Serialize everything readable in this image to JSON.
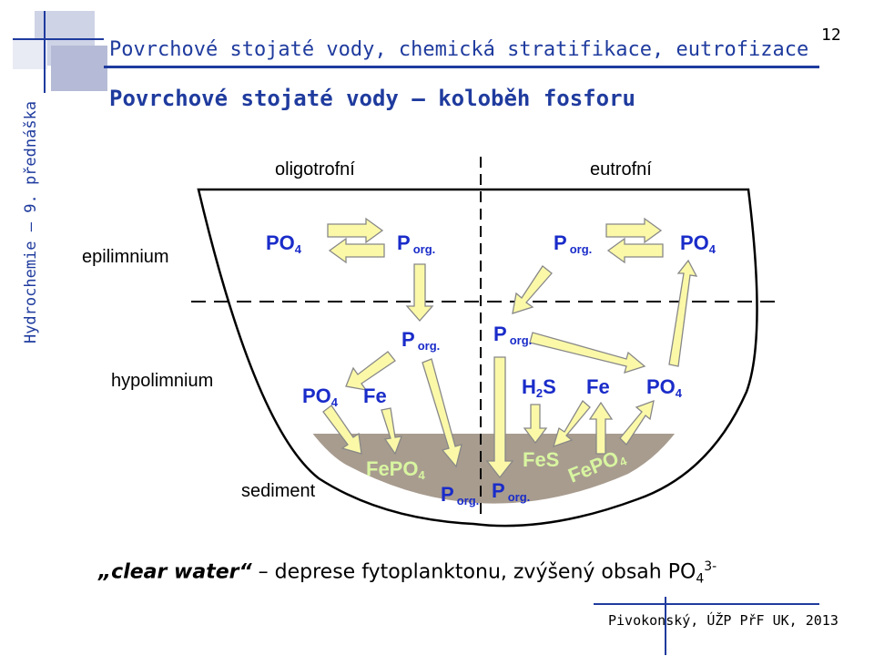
{
  "header": {
    "title": "Povrchové stojaté vody, chemická stratifikace, eutrofizace",
    "subtitle": "Povrchové stojaté vody – koloběh fosforu",
    "page_number": "12",
    "side_label": "Hydrochemie – 9. přednáška"
  },
  "colors": {
    "accent": "#1f3b9e",
    "species_blue": "#1a2cc9",
    "sediment_fill": "#a89c8f",
    "sediment_text": "#d8f5a0",
    "arrow_fill": "#fbf9a8",
    "arrow_stroke": "#888888"
  },
  "diagram": {
    "columns": {
      "left": "oligotrofní",
      "right": "eutrofní"
    },
    "layers": {
      "top": "epilimnium",
      "middle": "hypolimnium",
      "bottom": "sediment"
    },
    "species": {
      "po4": "PO",
      "po4_sub": "4",
      "p": "P",
      "porg_sub": "org.",
      "fe": "Fe",
      "h2s_h": "H",
      "h2s_2": "2",
      "h2s_s": "S",
      "fepo4": "FePO",
      "fepo4_sub": "4",
      "fes": "FeS",
      "fe_rot": "Fe",
      "po_rot": "PO",
      "rot_sub": "4"
    }
  },
  "caption": {
    "open_quote": "„",
    "emph": "clear water",
    "close_quote": "“",
    "text": " – deprese fytoplanktonu, zvýšený obsah PO",
    "sub": "4",
    "sup": "3-"
  },
  "footer": {
    "credit": "Pivokonský, ÚŽP PřF UK, 2013"
  }
}
